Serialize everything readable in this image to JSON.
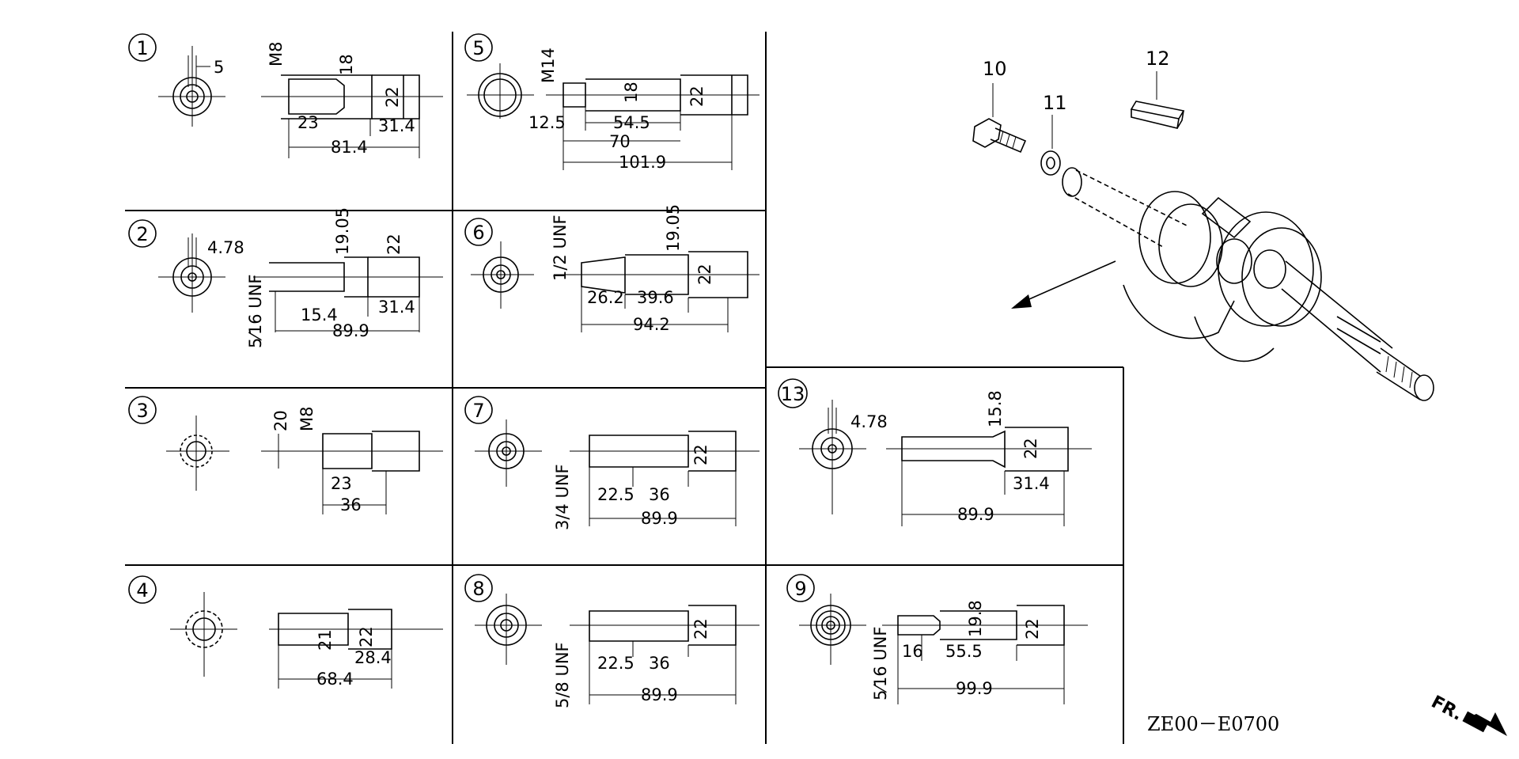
{
  "panels": [
    {
      "num": "1",
      "labels": {
        "a": "5",
        "b": "M8",
        "c": "18",
        "d": "22",
        "e": "23",
        "f": "31.4",
        "g": "81.4"
      }
    },
    {
      "num": "2",
      "labels": {
        "a": "4.78",
        "b": "19.05",
        "c": "22",
        "d": "15.4",
        "e": "31.4",
        "f": "89.9",
        "g": "5⁄16 UNF"
      }
    },
    {
      "num": "3",
      "labels": {
        "a": "20",
        "b": "M8",
        "c": "23",
        "d": "36"
      }
    },
    {
      "num": "4",
      "labels": {
        "a": "21",
        "b": "22",
        "c": "28.4",
        "d": "68.4"
      }
    },
    {
      "num": "5",
      "labels": {
        "a": "M14",
        "b": "18",
        "c": "22",
        "d": "12.5",
        "e": "54.5",
        "f": "70",
        "g": "101.9"
      }
    },
    {
      "num": "6",
      "labels": {
        "a": "1/2 UNF",
        "b": "19.05",
        "c": "22",
        "d": "26.2",
        "e": "39.6",
        "f": "94.2"
      }
    },
    {
      "num": "7",
      "labels": {
        "a": "22",
        "b": "3/4 UNF",
        "c": "22.5",
        "d": "36",
        "e": "89.9"
      }
    },
    {
      "num": "8",
      "labels": {
        "a": "22",
        "b": "5/8 UNF",
        "c": "22.5",
        "d": "36",
        "e": "89.9"
      }
    },
    {
      "num": "9",
      "labels": {
        "a": "19.8",
        "b": "22",
        "c": "5⁄16 UNF",
        "d": "16",
        "e": "55.5",
        "f": "99.9"
      }
    },
    {
      "num": "13",
      "labels": {
        "a": "4.78",
        "b": "15.8",
        "c": "22",
        "d": "31.4",
        "e": "89.9"
      }
    }
  ],
  "parts": {
    "p10": "10",
    "p11": "11",
    "p12": "12"
  },
  "diagram_code": "ZE00－E0700",
  "front_label": "FR."
}
